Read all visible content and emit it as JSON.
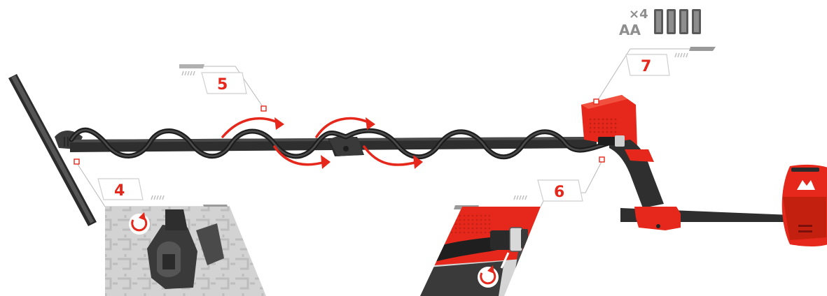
{
  "steps": [
    {
      "number": "4"
    },
    {
      "number": "5"
    },
    {
      "number": "6"
    },
    {
      "number": "7"
    }
  ],
  "battery": {
    "count_label": "×4",
    "type_label": "AA"
  },
  "colors": {
    "brand_red": "#e5281b",
    "dark_shaft": "#2e2e2e",
    "grey_panel": "#c9c9c9",
    "label_grey": "#8e8e8e"
  },
  "icons": [
    "rotate-arrow-icon",
    "brand-logo-icon",
    "battery-icon"
  ]
}
